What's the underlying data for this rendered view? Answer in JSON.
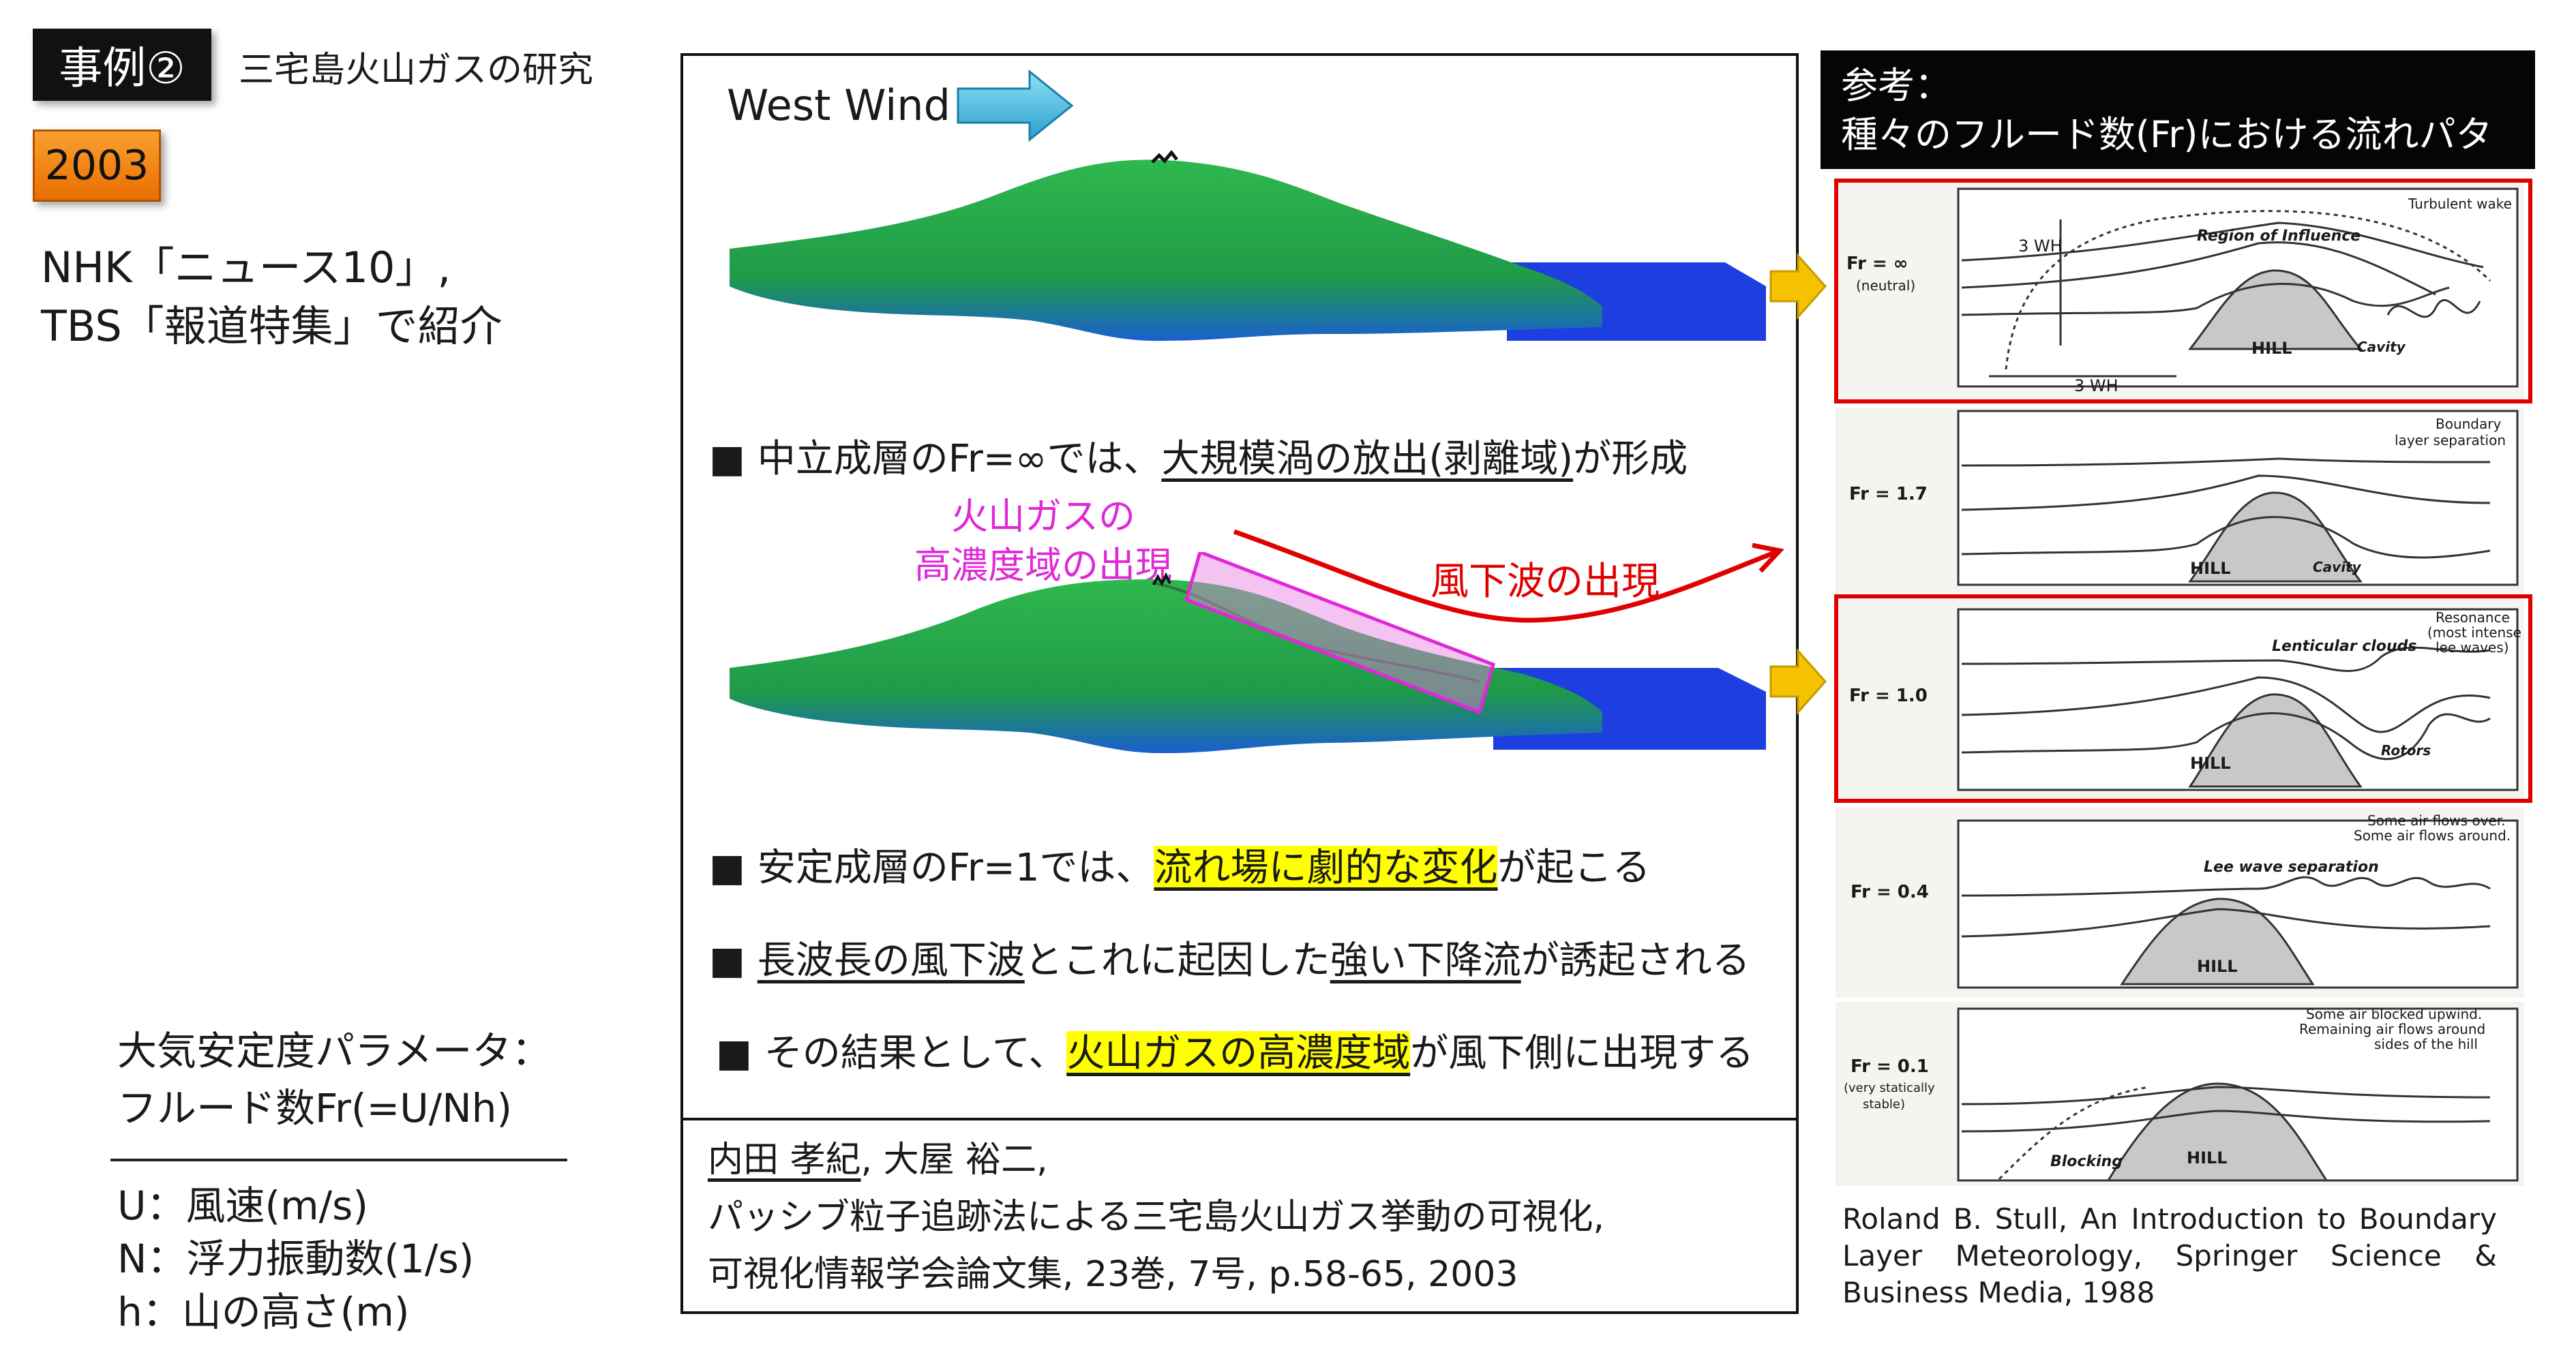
{
  "header": {
    "case_tag": "事例②",
    "case_title": "三宅島火山ガスの研究",
    "year": "2003"
  },
  "media": {
    "line1": "NHK「ニュース10」,",
    "line2": "TBS「報道特集」で紹介"
  },
  "param": {
    "title1": "大気安定度パラメータ：",
    "title2": "フルード数Fr(=U/Nh)",
    "u": "U：風速(m/s)",
    "n": "N：浮力振動数(1/s)",
    "h": "h：山の高さ(m)"
  },
  "center": {
    "west_wind": "West Wind",
    "b1": {
      "prefix": "中立成層のFr=∞では、",
      "underlined": "大規模渦の放出(剥離域)",
      "suffix": "が形成"
    },
    "gas_label1": "火山ガスの",
    "gas_label2": "高濃度域の出現",
    "lee_wave_label": "風下波の出現",
    "b2": {
      "prefix": "安定成層のFr=1では、",
      "highlight": "流れ場に劇的な変化",
      "suffix": "が起こる"
    },
    "b3": {
      "u1": "長波長の風下波",
      "mid": "とこれに起因した",
      "u2": "強い下降流",
      "suffix": "が誘起される"
    },
    "b4": {
      "prefix": "その結果として、",
      "highlight": "火山ガスの高濃度域",
      "suffix": "が風下側に出現する"
    },
    "reference": {
      "author_u": "内田 孝紀",
      "author_rest": ", 大屋 裕二,",
      "line2": "パッシブ粒子追跡法による三宅島火山ガス挙動の可視化,",
      "line3": "可視化情報学会論文集, 23巻, 7号, p.58-65, 2003"
    }
  },
  "right": {
    "head1": "参考：",
    "head2": "種々のフルード数(Fr)における流れパターン",
    "citation": "Roland B. Stull, An Introduction to Boundary Layer Meteorology, Springer Science & Business Media, 1988",
    "panels": [
      {
        "fr": "Fr = ∞",
        "sub": "(neutral)",
        "labels": [
          "Turbulent wake",
          "Region of Influence",
          "3 WH",
          "3 WH",
          "HILL",
          "Cavity"
        ]
      },
      {
        "fr": "Fr = 1.7",
        "sub": "",
        "labels": [
          "Boundary",
          "layer separation",
          "HILL",
          "Cavity"
        ]
      },
      {
        "fr": "Fr = 1.0",
        "sub": "",
        "labels": [
          "Resonance",
          "(most intense",
          "lee waves)",
          "Lenticular clouds",
          "HILL",
          "Rotors"
        ]
      },
      {
        "fr": "Fr = 0.4",
        "sub": "",
        "labels": [
          "Some air flows over.",
          "Some air flows around.",
          "Lee wave separation",
          "HILL"
        ]
      },
      {
        "fr": "Fr = 0.1",
        "sub": "(very statically",
        "sub2": "stable)",
        "labels": [
          "Some air blocked upwind.",
          "Remaining air flows around",
          "sides of the hill",
          "Blocking",
          "HILL"
        ]
      }
    ]
  },
  "colors": {
    "terrain": "#2aa84a",
    "sea": "#1d3fe0",
    "highlight": "#ffff00",
    "magenta": "#e028d8",
    "red": "#e00000",
    "arrow_blue": "#3bb6e0",
    "arrow_yellow": "#f5c200"
  }
}
